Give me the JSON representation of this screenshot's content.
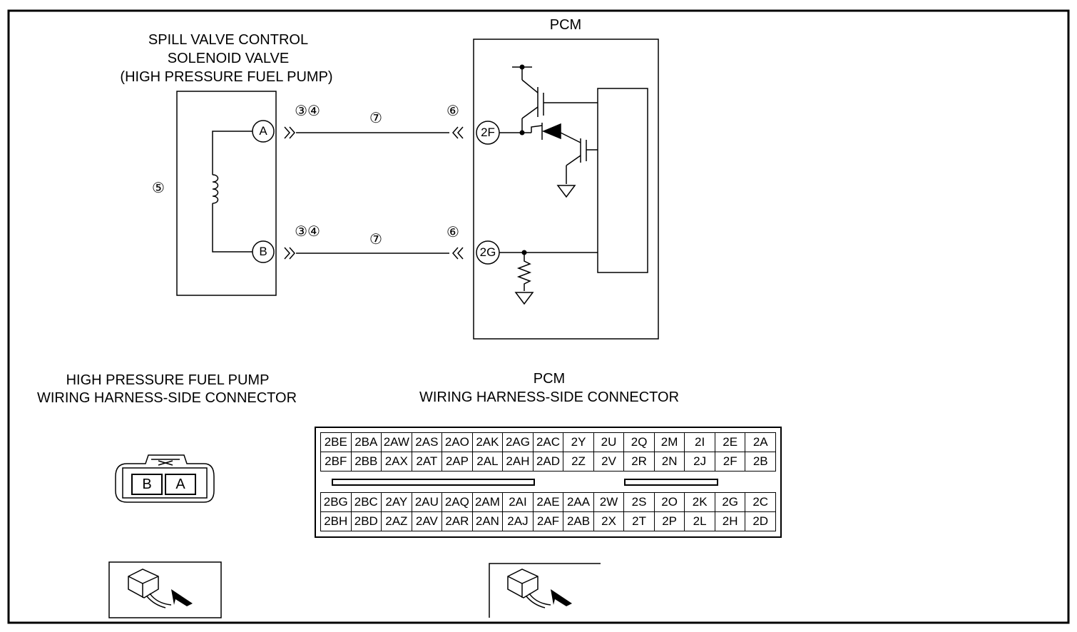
{
  "solenoid": {
    "title_line1": "SPILL VALVE CONTROL",
    "title_line2": "SOLENOID VALVE",
    "title_line3": "(HIGH PRESSURE FUEL PUMP)",
    "terminal_a": "A",
    "terminal_b": "B",
    "coil_label": "⑤"
  },
  "pcm": {
    "title": "PCM",
    "terminal_2f": "2F",
    "terminal_2g": "2G"
  },
  "wires": {
    "upper": {
      "marks_left": "③④",
      "mark_mid": "⑦",
      "mark_right": "⑥"
    },
    "lower": {
      "marks_left": "③④",
      "mark_mid": "⑦",
      "mark_right": "⑥"
    }
  },
  "connector_fuel_pump": {
    "title_line1": "HIGH PRESSURE FUEL PUMP",
    "title_line2": "WIRING HARNESS-SIDE CONNECTOR",
    "pins": [
      "B",
      "A"
    ]
  },
  "connector_pcm": {
    "title_line1": "PCM",
    "title_line2": "WIRING HARNESS-SIDE CONNECTOR",
    "top_rows": [
      [
        "2BE",
        "2BA",
        "2AW",
        "2AS",
        "2AO",
        "2AK",
        "2AG",
        "2AC",
        "2Y",
        "2U",
        "2Q",
        "2M",
        "2I",
        "2E",
        "2A"
      ],
      [
        "2BF",
        "2BB",
        "2AX",
        "2AT",
        "2AP",
        "2AL",
        "2AH",
        "2AD",
        "2Z",
        "2V",
        "2R",
        "2N",
        "2J",
        "2F",
        "2B"
      ]
    ],
    "bottom_rows": [
      [
        "2BG",
        "2BC",
        "2AY",
        "2AU",
        "2AQ",
        "2AM",
        "2AI",
        "2AE",
        "2AA",
        "2W",
        "2S",
        "2O",
        "2K",
        "2G",
        "2C"
      ],
      [
        "2BH",
        "2BD",
        "2AZ",
        "2AV",
        "2AR",
        "2AN",
        "2AJ",
        "2AF",
        "2AB",
        "2X",
        "2T",
        "2P",
        "2L",
        "2H",
        "2D"
      ]
    ]
  }
}
